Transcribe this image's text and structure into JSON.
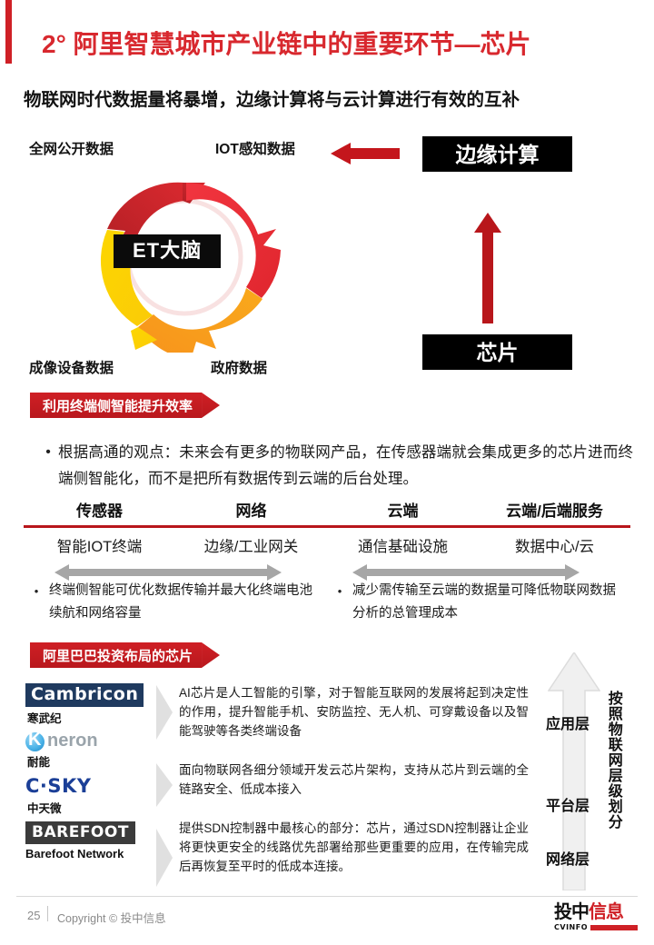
{
  "header": {
    "title": "2° 阿里智慧城市产业链中的重要环节—芯片",
    "subtitle": "物联网时代数据量将暴增，边缘计算将与云计算进行有效的互补",
    "accent_color": "#d8282e"
  },
  "diagram": {
    "center_label": "ET大脑",
    "labels": {
      "top_left": "全网公开数据",
      "top_right": "IOT感知数据",
      "bottom_left": "成像设备数据",
      "bottom_right": "政府数据"
    },
    "segment_colors": {
      "top_left": "#c9252b",
      "top_right": "#ee2f3a",
      "bottom_right": "#f8a01c",
      "bottom_left": "#fcd500"
    },
    "arrow_left_color": "#c4161c",
    "arrow_up_color": "#b8161b",
    "boxes": {
      "edge_computing": "边缘计算",
      "chip": "芯片"
    }
  },
  "section1": {
    "banner": "利用终端侧智能提升效率",
    "bullet": "根据高通的观点：未来会有更多的物联网产品，在传感器端就会集成更多的芯片进而终端侧智能化，而不是把所有数据传到云端的后台处理。",
    "bullet_marker": "•"
  },
  "table": {
    "headers": [
      "传感器",
      "网络",
      "云端",
      "云端/后端服务"
    ],
    "row": [
      "智能IOT终端",
      "边缘/工业网关",
      "通信基础设施",
      "数据中心/云"
    ],
    "rule_color": "#b8161b",
    "notes": [
      {
        "marker": "•",
        "text": "终端侧智能可优化数据传输并最大化终端电池续航和网络容量"
      },
      {
        "marker": "•",
        "text": "减少需传输至云端的数据量可降低物联网数据分析的总管理成本"
      }
    ]
  },
  "section2": {
    "banner": "阿里巴巴投资布局的芯片",
    "companies": [
      {
        "logo_text": "Cambricon",
        "logo_style": "cambricon",
        "cn_name": "寒武纪"
      },
      {
        "logo_text": "neron",
        "logo_letter": "K",
        "logo_style": "kneron",
        "cn_name": "耐能"
      },
      {
        "logo_text": "C·SKY",
        "logo_style": "csky",
        "cn_name": "中天微"
      },
      {
        "logo_text": "BAREFOOT",
        "logo_style": "barefoot",
        "cn_name": "Barefoot Network"
      }
    ],
    "descriptions": [
      "AI芯片是人工智能的引擎，对于智能互联网的发展将起到决定性的作用，提升智能手机、安防监控、无人机、可穿戴设备以及智能驾驶等各类终端设备",
      "面向物联网各细分领域开发云芯片架构，支持从芯片到云端的全链路安全、低成本接入",
      "提供SDN控制器中最核心的部分：芯片，通过SDN控制器让企业将更快更安全的线路优先部署给那些更重要的应用，在传输完成后再恢复至平时的低成本连接。"
    ]
  },
  "layers": {
    "items": [
      "应用层",
      "平台层",
      "网络层"
    ],
    "vertical_caption": "按照物联网层级划分"
  },
  "footer": {
    "page_number": "25",
    "copyright": "Copyright © 投中信息",
    "logo_cn_dark": "投中",
    "logo_cn_red": "信息",
    "logo_en": "CVINFO"
  }
}
